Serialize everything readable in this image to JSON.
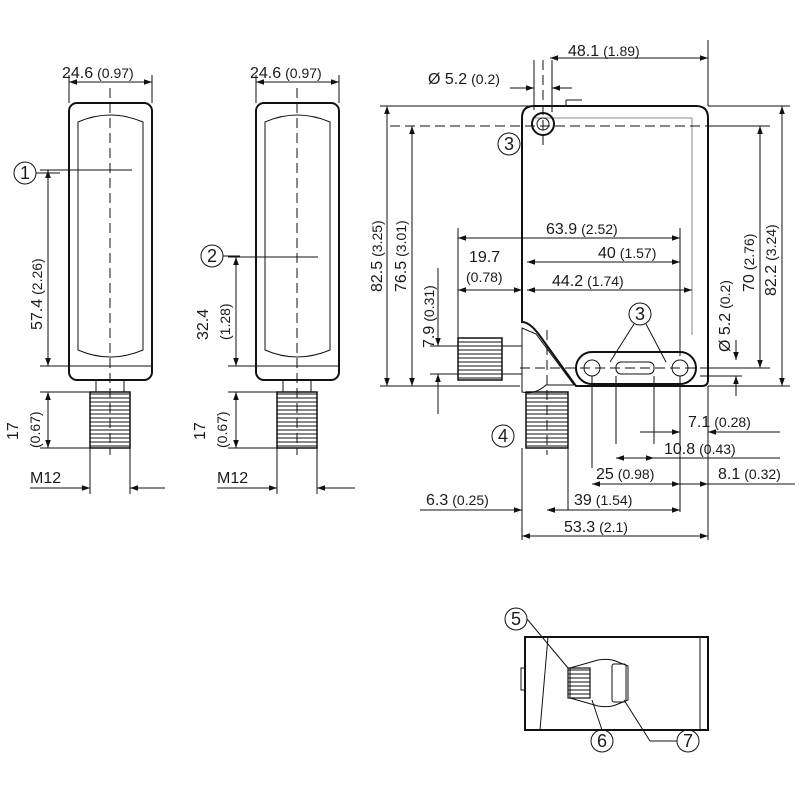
{
  "colors": {
    "line": "#111111",
    "background": "#ffffff"
  },
  "callouts": {
    "c1": "1",
    "c2": "2",
    "c3": "3",
    "c4": "4",
    "c5": "5",
    "c6": "6",
    "c7": "7"
  },
  "view1": {
    "width_val": "24.6",
    "width_unit": "(0.97)",
    "h_val": "57.4",
    "h_unit": "(2.26)",
    "conn_val": "17",
    "conn_unit": "(0.67)",
    "thread": "M12"
  },
  "view2": {
    "width_val": "24.6",
    "width_unit": "(0.97)",
    "h_val": "32.4",
    "h_unit": "(1.28)",
    "conn_val": "17",
    "conn_unit": "(0.67)",
    "thread": "M12"
  },
  "view3": {
    "top_w_val": "48.1",
    "top_w_unit": "(1.89)",
    "hole_top_val": "Ø 5.2",
    "hole_top_unit": "(0.2)",
    "h825_val": "82.5",
    "h825_unit": "(3.25)",
    "h765_val": "76.5",
    "h765_unit": "(3.01)",
    "w639_val": "63.9",
    "w639_unit": "(2.52)",
    "w40_val": "40",
    "w40_unit": "(1.57)",
    "w197_val": "19.7",
    "w197_unit": "(0.78)",
    "w442_val": "44.2",
    "w442_unit": "(1.74)",
    "h79_val": "7.9",
    "h79_unit": "(0.31)",
    "h70_val": "70",
    "h70_unit": "(2.76)",
    "h822_val": "82.2",
    "h822_unit": "(3.24)",
    "hole_side_val": "Ø 5.2",
    "hole_side_unit": "(0.2)",
    "w71_val": "7.1",
    "w71_unit": "(0.28)",
    "w108_val": "10.8",
    "w108_unit": "(0.43)",
    "w25_val": "25",
    "w25_unit": "(0.98)",
    "w81_val": "8.1",
    "w81_unit": "(0.32)",
    "w63_val": "6.3",
    "w63_unit": "(0.25)",
    "w39_val": "39",
    "w39_unit": "(1.54)",
    "w533_val": "53.3",
    "w533_unit": "(2.1)"
  }
}
